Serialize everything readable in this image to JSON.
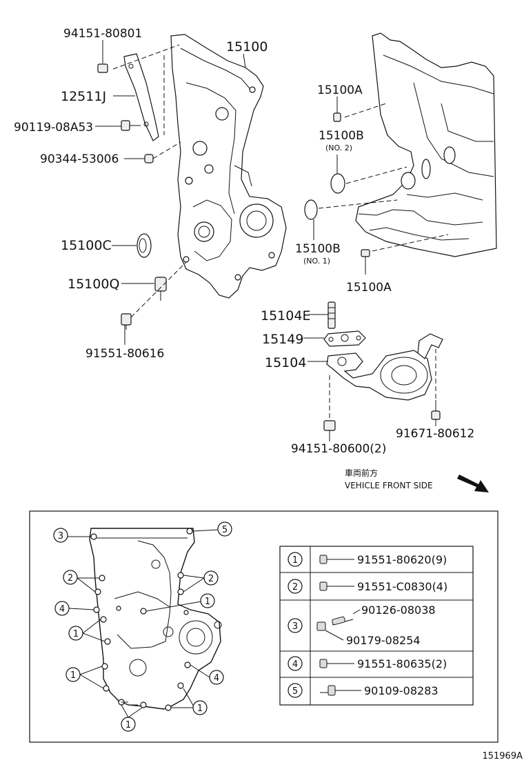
{
  "parts": {
    "p_94151_80801": "94151-80801",
    "p_15100": "15100",
    "p_12511J": "12511J",
    "p_90119_08A53": "90119-08A53",
    "p_90344_53006": "90344-53006",
    "p_15100C": "15100C",
    "p_15100Q": "15100Q",
    "p_91551_80616": "91551-80616",
    "p_15100A_top": "15100A",
    "p_15100B_top": "15100B",
    "p_15100B_top_sub": "(NO. 2)",
    "p_15100B_bot": "15100B",
    "p_15100B_bot_sub": "(NO. 1)",
    "p_15100A_bot": "15100A",
    "p_15104E": "15104E",
    "p_15149": "15149",
    "p_15104": "15104",
    "p_94151_80600": "94151-80600(2)",
    "p_91671_80612": "91671-80612"
  },
  "front_side": {
    "jp": "車両前方",
    "en": "VEHICLE FRONT SIDE"
  },
  "bolt_legend": [
    {
      "num": "1",
      "parts": [
        "91551-80620(9)"
      ]
    },
    {
      "num": "2",
      "parts": [
        "91551-C0830(4)"
      ]
    },
    {
      "num": "3",
      "parts": [
        "90126-08038",
        "90179-08254"
      ]
    },
    {
      "num": "4",
      "parts": [
        "91551-80635(2)"
      ]
    },
    {
      "num": "5",
      "parts": [
        "90109-08283"
      ]
    }
  ],
  "callouts": {
    "c1": "1",
    "c2": "2",
    "c3": "3",
    "c4": "4",
    "c5": "5"
  },
  "figure_code": "151969A"
}
